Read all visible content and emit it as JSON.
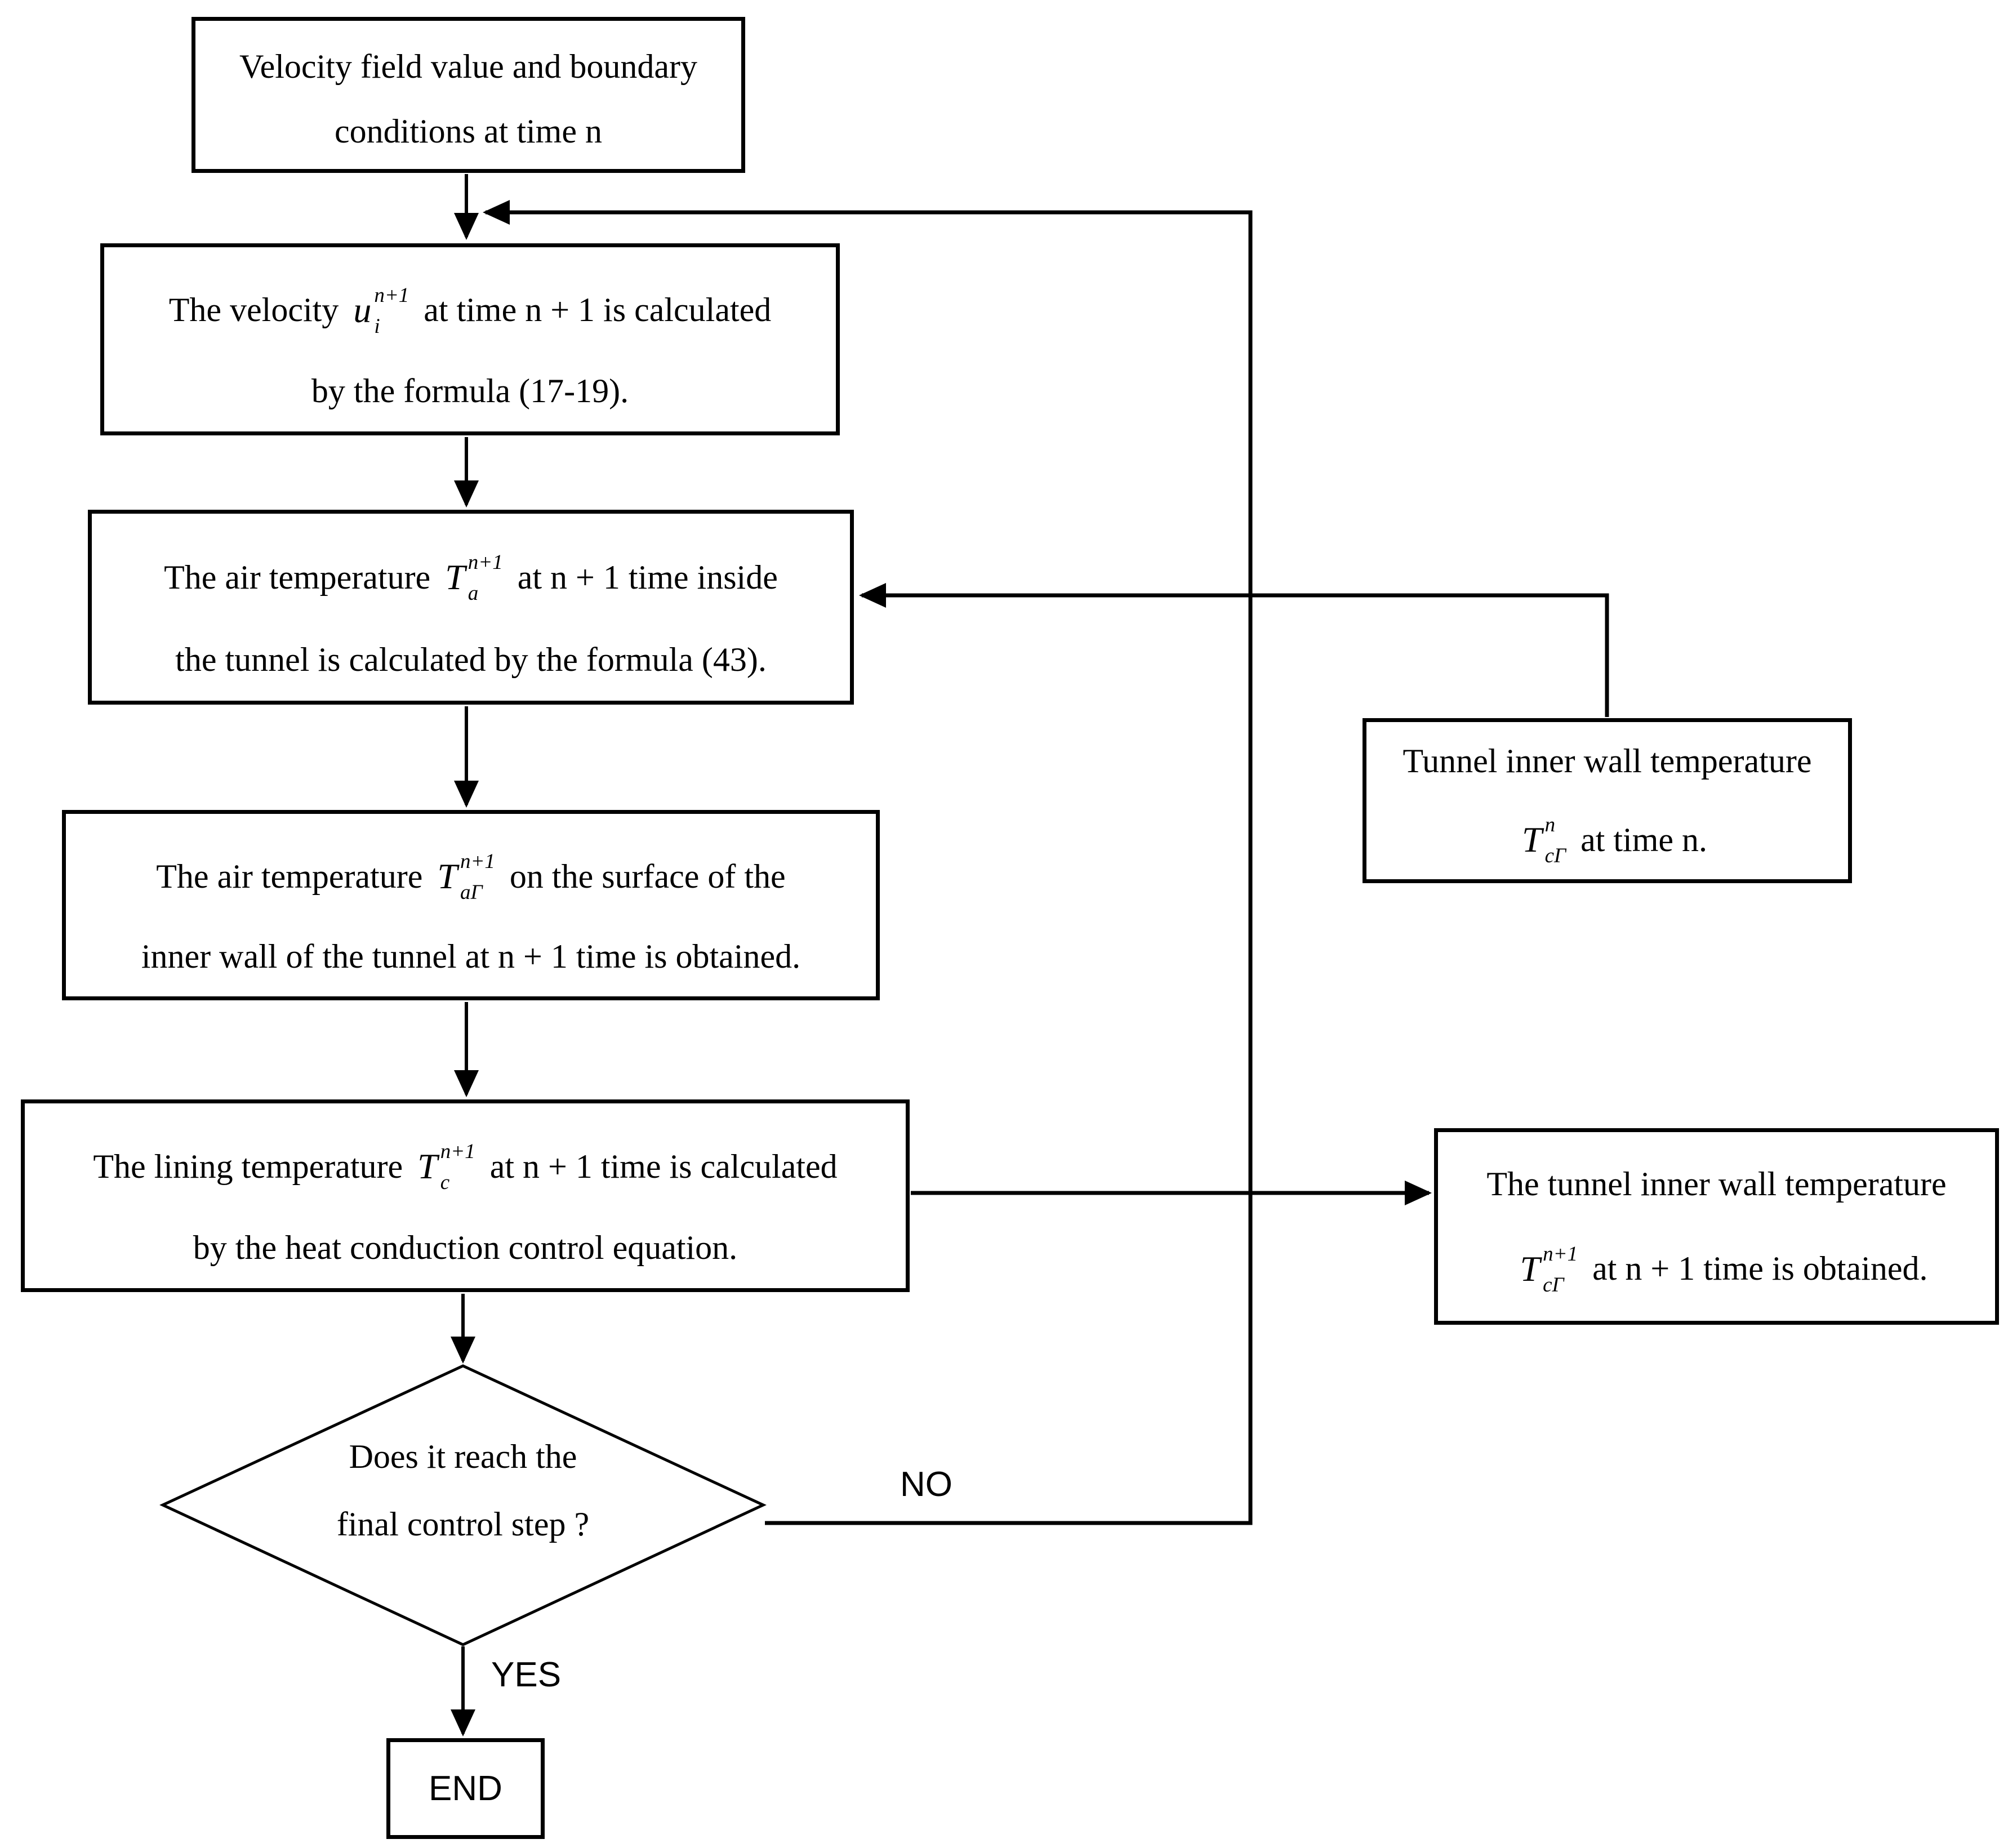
{
  "colors": {
    "ink": "#000000",
    "bg": "#ffffff"
  },
  "flowchart": {
    "nodes": {
      "start": {
        "line1": "Velocity field value and boundary",
        "line2": "conditions at time n"
      },
      "velocity": {
        "pre": "The velocity",
        "sym": {
          "base": "u",
          "sub": "i",
          "sup": "n+1"
        },
        "post": "at time n + 1 is calculated",
        "line2": "by the formula (17-19)."
      },
      "air_temp": {
        "pre": "The air temperature",
        "sym": {
          "base": "T",
          "sub": "a",
          "sup": "n+1"
        },
        "post": "at n + 1 time inside",
        "line2": "the tunnel is calculated by the formula (43)."
      },
      "air_temp_wall": {
        "pre": "The air temperature",
        "sym": {
          "base": "T",
          "sub": "aΓ",
          "sup": "n+1"
        },
        "post": "on the surface of the",
        "line2": "inner wall of the tunnel at n + 1 time is obtained."
      },
      "lining_temp": {
        "pre": "The lining temperature",
        "sym": {
          "base": "T",
          "sub": "c",
          "sup": "n+1"
        },
        "post": "at n + 1 time is calculated",
        "line2": "by the heat conduction control equation."
      },
      "wall_temp_n": {
        "line1": "Tunnel inner wall temperature",
        "sym": {
          "base": "T",
          "sub": "cΓ",
          "sup": "n"
        },
        "post": "at time n."
      },
      "wall_temp_n1": {
        "line1": "The tunnel inner wall temperature",
        "sym": {
          "base": "T",
          "sub": "cΓ",
          "sup": "n+1"
        },
        "post": "at n + 1 time is obtained."
      },
      "decision": {
        "line1": "Does it reach the",
        "line2": "final control step ?"
      },
      "end": {
        "label": "END"
      }
    },
    "edges": {
      "no": "NO",
      "yes": "YES"
    }
  }
}
